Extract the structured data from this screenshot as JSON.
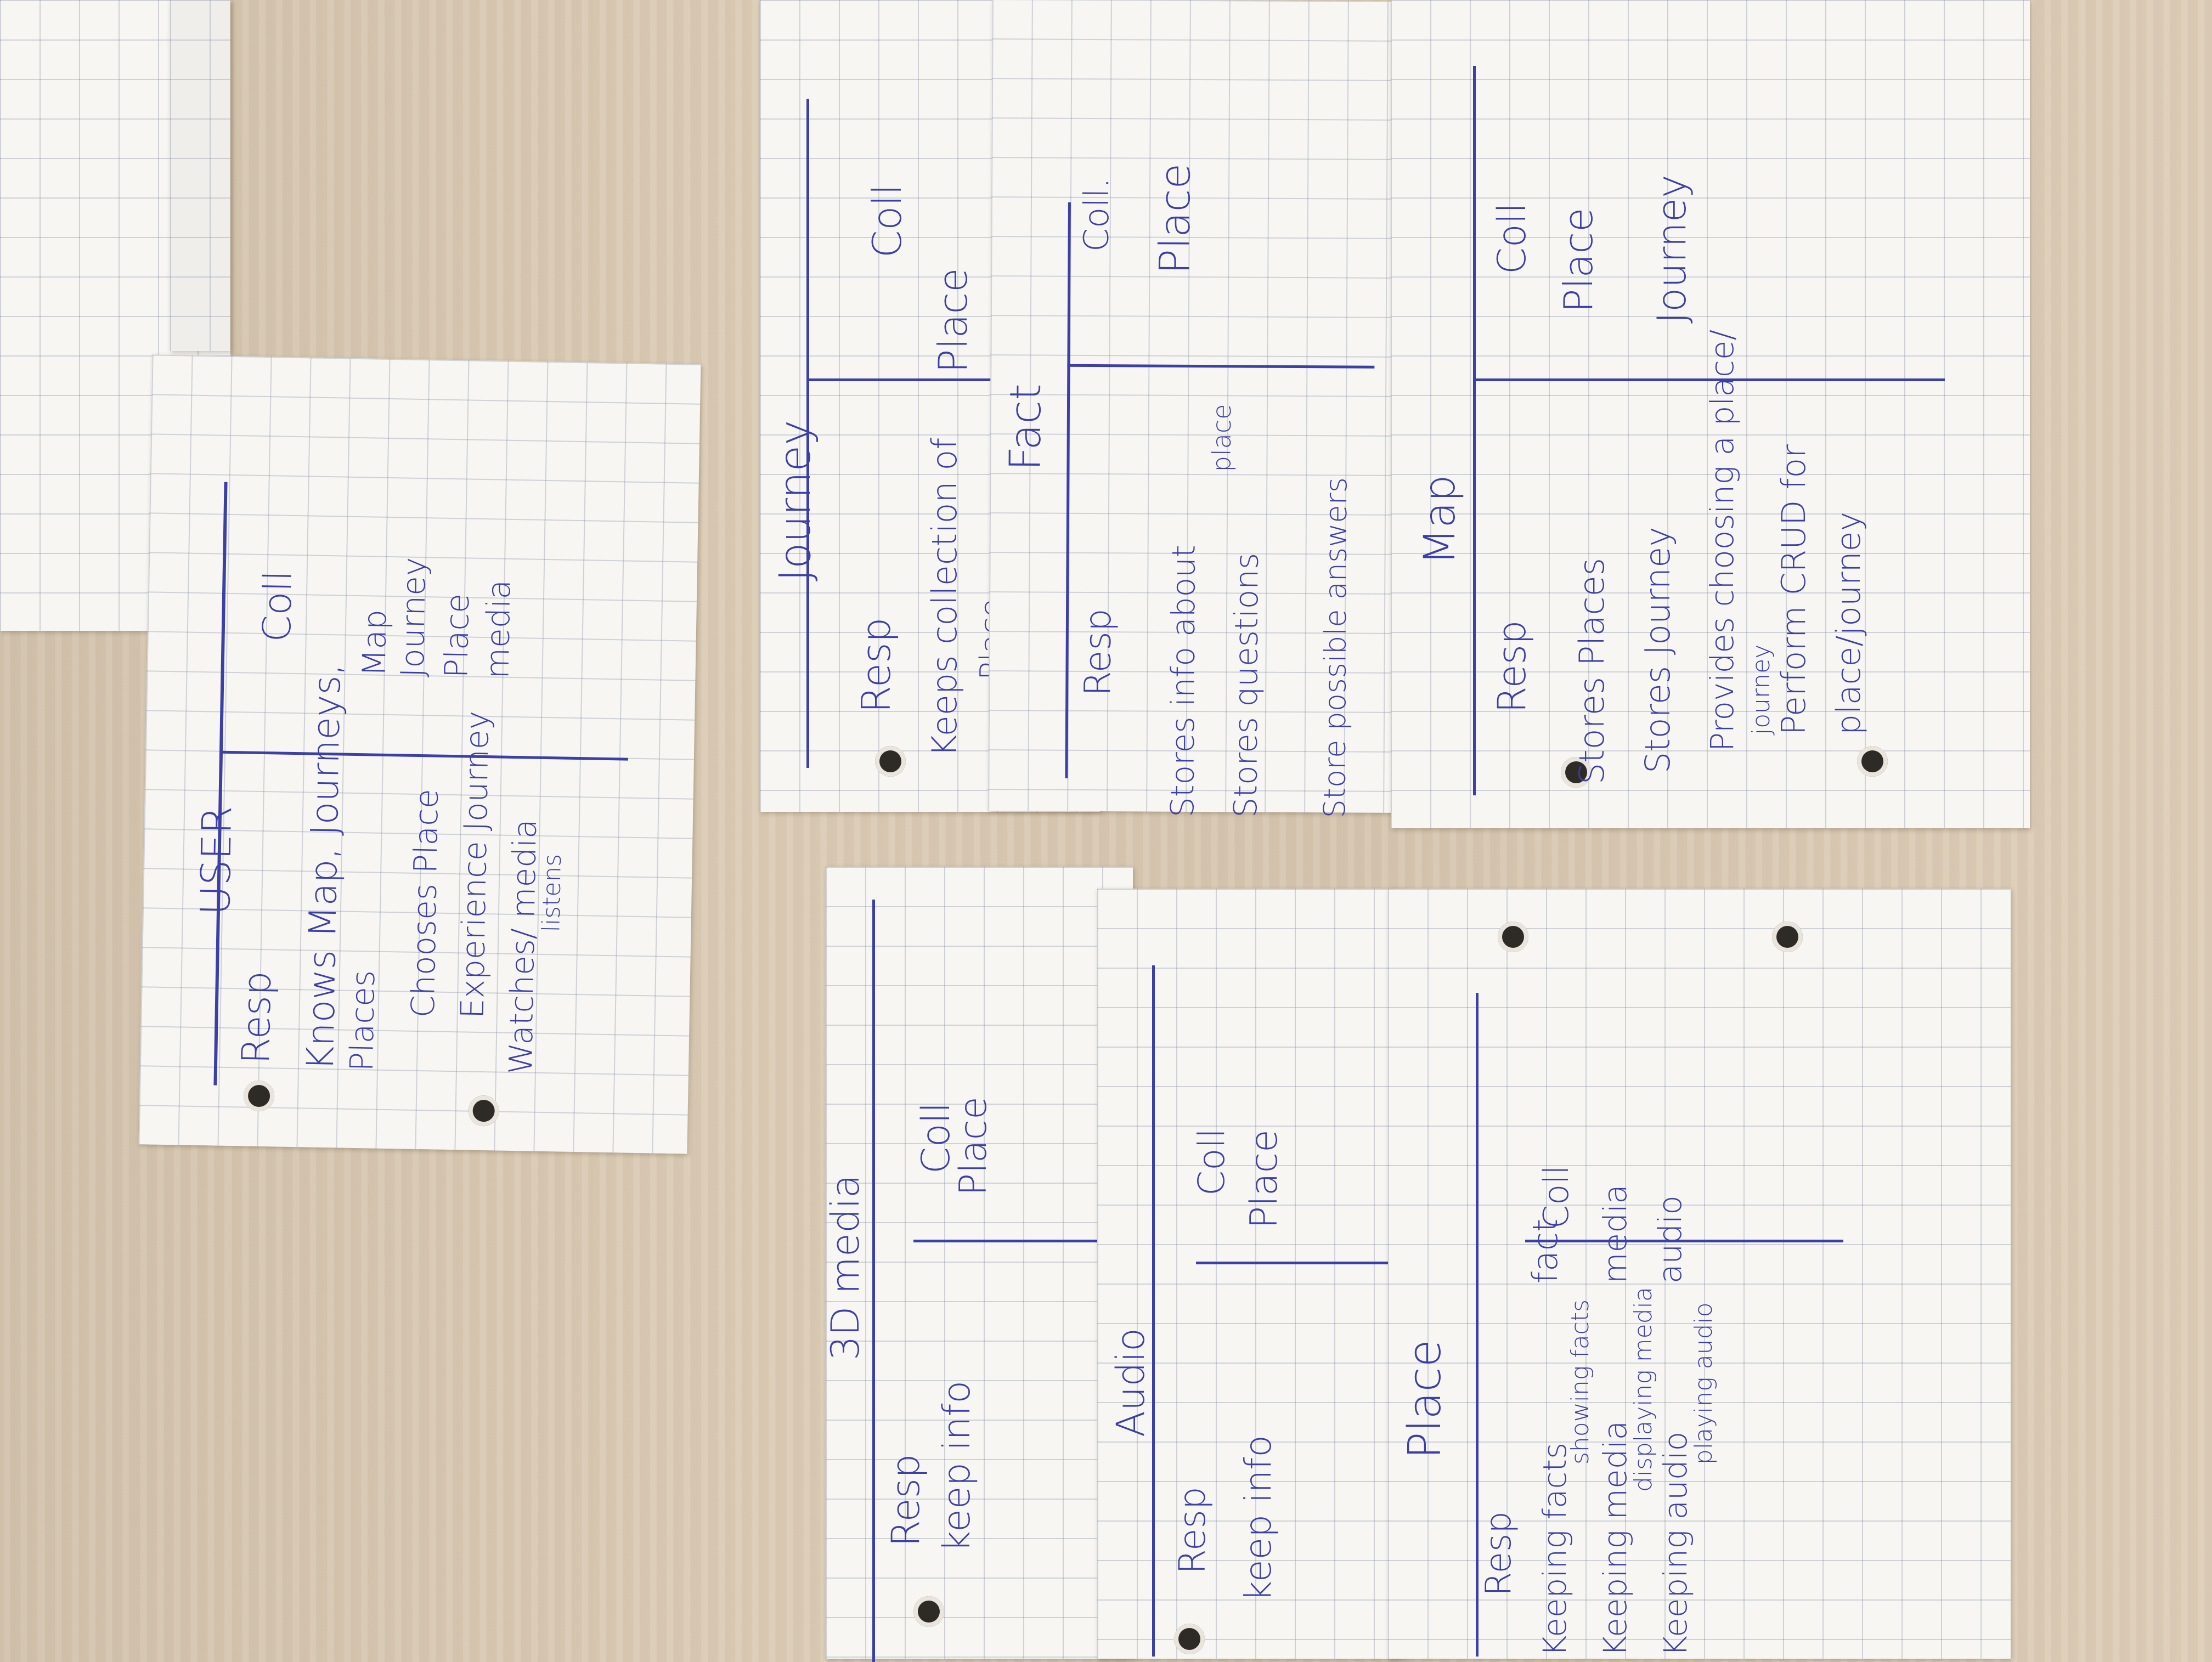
{
  "cards": {
    "user": {
      "title": "USER",
      "resp_label": "Resp",
      "coll_label": "Coll",
      "resp": [
        "Knows Map, Journeys,",
        "Places",
        "Chooses Place",
        "Experience Journey",
        "Watches/ media",
        "listens"
      ],
      "coll": [
        "Map",
        "Journey",
        "Place",
        "media"
      ]
    },
    "journey": {
      "title": "Journey",
      "resp_label": "Resp",
      "coll_label": "Coll",
      "resp": [
        "Keeps collection of",
        "Place"
      ],
      "coll": [
        "Place"
      ]
    },
    "fact": {
      "title": "Fact",
      "resp_label": "Resp",
      "coll_label": "Coll.",
      "resp": [
        "Stores info about",
        "place",
        "Stores questions",
        "Store possible answers"
      ],
      "coll": [
        "Place"
      ]
    },
    "map": {
      "title": "Map",
      "resp_label": "Resp",
      "coll_label": "Coll",
      "resp": [
        "Stores Places",
        "Stores Journey",
        "Provides choosing a place/",
        "journey",
        "Perform CRUD for",
        "place/journey"
      ],
      "coll": [
        "Place",
        "Journey"
      ]
    },
    "media3d": {
      "title": "3D media",
      "resp_label": "Resp",
      "coll_label": "Coll",
      "resp": [
        "keep info"
      ],
      "coll": [
        "Place"
      ]
    },
    "audio": {
      "title": "Audio",
      "resp_label": "Resp",
      "coll_label": "Coll",
      "resp": [
        "keep info"
      ],
      "coll": [
        "Place"
      ]
    },
    "place": {
      "title": "Place",
      "resp_label": "Resp",
      "coll_label": "Coll",
      "resp": [
        "Keeping facts",
        "showing facts",
        "Keeping media",
        "displaying media",
        "Keeping audio",
        "playing audio"
      ],
      "coll": [
        "fact",
        "media",
        "audio"
      ]
    }
  }
}
